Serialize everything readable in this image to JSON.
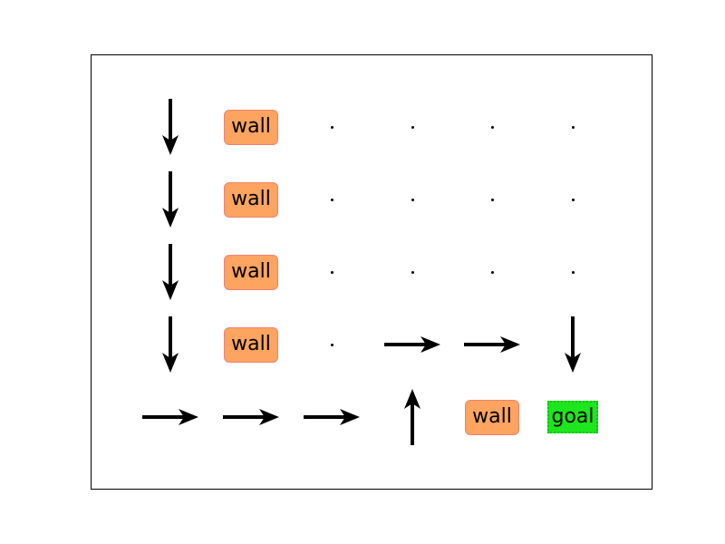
{
  "grid": {
    "rows": [
      [
        "down",
        "wall",
        "empty",
        "empty",
        "empty",
        "empty"
      ],
      [
        "down",
        "wall",
        "empty",
        "empty",
        "empty",
        "empty"
      ],
      [
        "down",
        "wall",
        "empty",
        "empty",
        "empty",
        "empty"
      ],
      [
        "down",
        "wall",
        "empty",
        "right",
        "right",
        "down"
      ],
      [
        "right",
        "right",
        "right",
        "up",
        "wall",
        "goal"
      ]
    ]
  },
  "labels": {
    "wall": "wall",
    "goal": "goal"
  },
  "colors": {
    "wall_fill": "#fca460",
    "wall_border": "#f08070",
    "goal_fill": "#1ee61e",
    "arrow": "#000000"
  }
}
